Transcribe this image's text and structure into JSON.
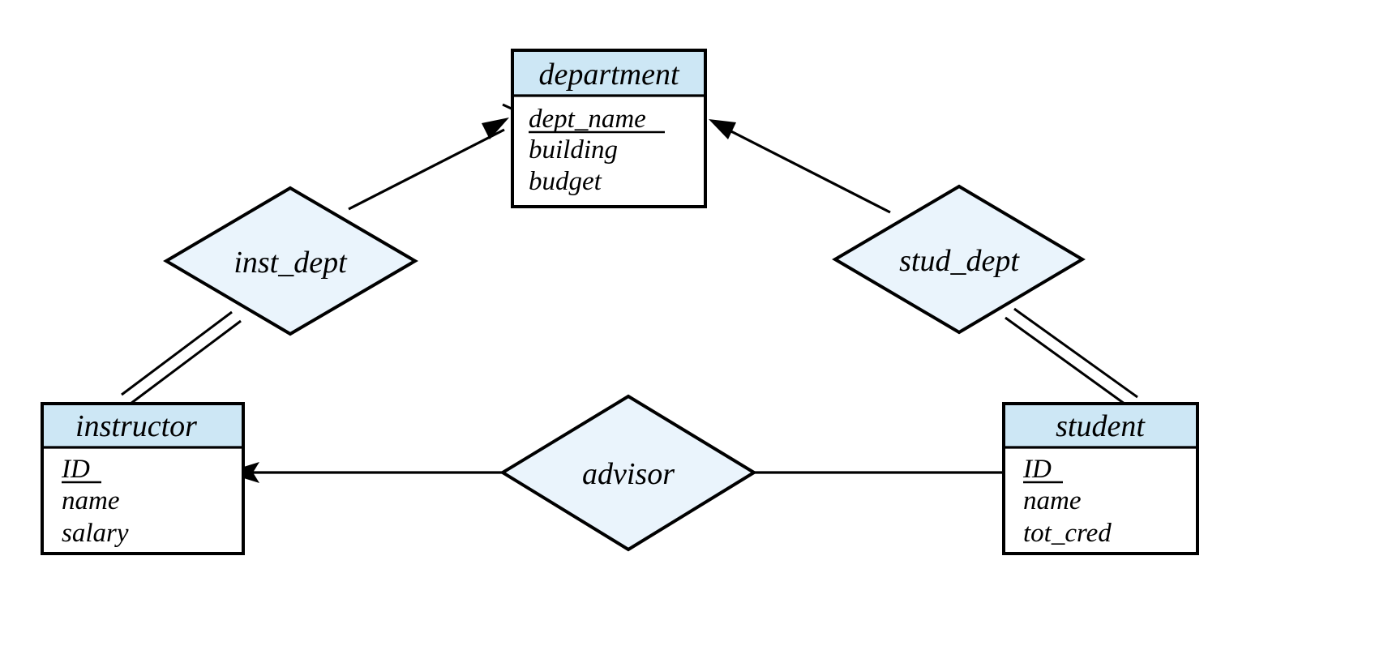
{
  "diagram": {
    "title": "ER diagram with relationship sets inst_dept, stud_dept and advisor",
    "background_color": "#ffffff",
    "entity_header_color": "#cde7f5",
    "entity_body_color": "#ffffff",
    "relationship_fill_color": "#eaf4fc",
    "line_color": "#000000"
  },
  "entities": [
    {
      "id": "department",
      "name": "department",
      "attributes": [
        {
          "name": "dept_name",
          "is_key": true
        },
        {
          "name": "building",
          "is_key": false
        },
        {
          "name": "budget",
          "is_key": false
        }
      ]
    },
    {
      "id": "instructor",
      "name": "instructor",
      "attributes": [
        {
          "name": "ID",
          "is_key": true
        },
        {
          "name": "name",
          "is_key": false
        },
        {
          "name": "salary",
          "is_key": false
        }
      ]
    },
    {
      "id": "student",
      "name": "student",
      "attributes": [
        {
          "name": "ID",
          "is_key": true
        },
        {
          "name": "name",
          "is_key": false
        },
        {
          "name": "tot_cred",
          "is_key": false
        }
      ]
    }
  ],
  "relationships": [
    {
      "id": "inst_dept",
      "name": "inst_dept",
      "from": "instructor",
      "to": "department",
      "from_participation": "total",
      "to_cardinality": "one"
    },
    {
      "id": "stud_dept",
      "name": "stud_dept",
      "from": "student",
      "to": "department",
      "from_participation": "total",
      "to_cardinality": "one"
    },
    {
      "id": "advisor",
      "name": "advisor",
      "from": "student",
      "to": "instructor",
      "from_participation": "partial",
      "to_cardinality": "one"
    }
  ]
}
